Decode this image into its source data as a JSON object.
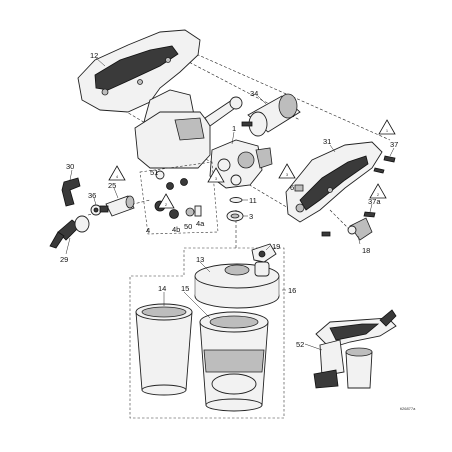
{
  "labels": {
    "l12": "12",
    "l34": "34",
    "l1": "1",
    "l37": "37",
    "l31": "31",
    "l30": "30",
    "l51": "51",
    "l25": "25",
    "l36": "36",
    "l6": "6",
    "l11": "11",
    "l29": "29",
    "l3": "3",
    "l37a": "37a",
    "l4": "4",
    "l4b": "4b",
    "l50": "50",
    "l4a": "4a",
    "l19": "19",
    "l18": "18",
    "l13": "13",
    "l16": "16",
    "l14": "14",
    "l15": "15",
    "l52": "52"
  },
  "warnings": {
    "w_top_right": "1",
    "w_mid_left": "4",
    "w_mid": "2",
    "w_right": "3",
    "w_right2": "2",
    "w_mid2": "3"
  },
  "drawing_number": "ti26877a"
}
